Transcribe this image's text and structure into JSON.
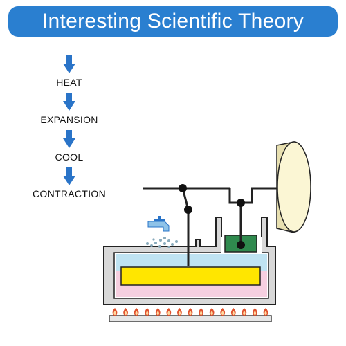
{
  "header": {
    "title": "Interesting Scientific Theory"
  },
  "cycle": {
    "steps": [
      {
        "label": "HEAT"
      },
      {
        "label": "EXPANSION"
      },
      {
        "label": "COOL"
      },
      {
        "label": "CONTRACTION"
      }
    ]
  },
  "colors": {
    "banner": "#2a7fd0",
    "arrow": "#2a74c8",
    "water": "#bfe3f2",
    "heater": "#ffe600",
    "pink_layer": "#f6cfe0",
    "piston_block": "#2f8a4e",
    "flywheel": "#fbf6d4",
    "flame": "#e0522e"
  },
  "icons": [
    "down-arrow-icon",
    "water-tap-icon",
    "flame-icon",
    "flywheel-icon"
  ]
}
